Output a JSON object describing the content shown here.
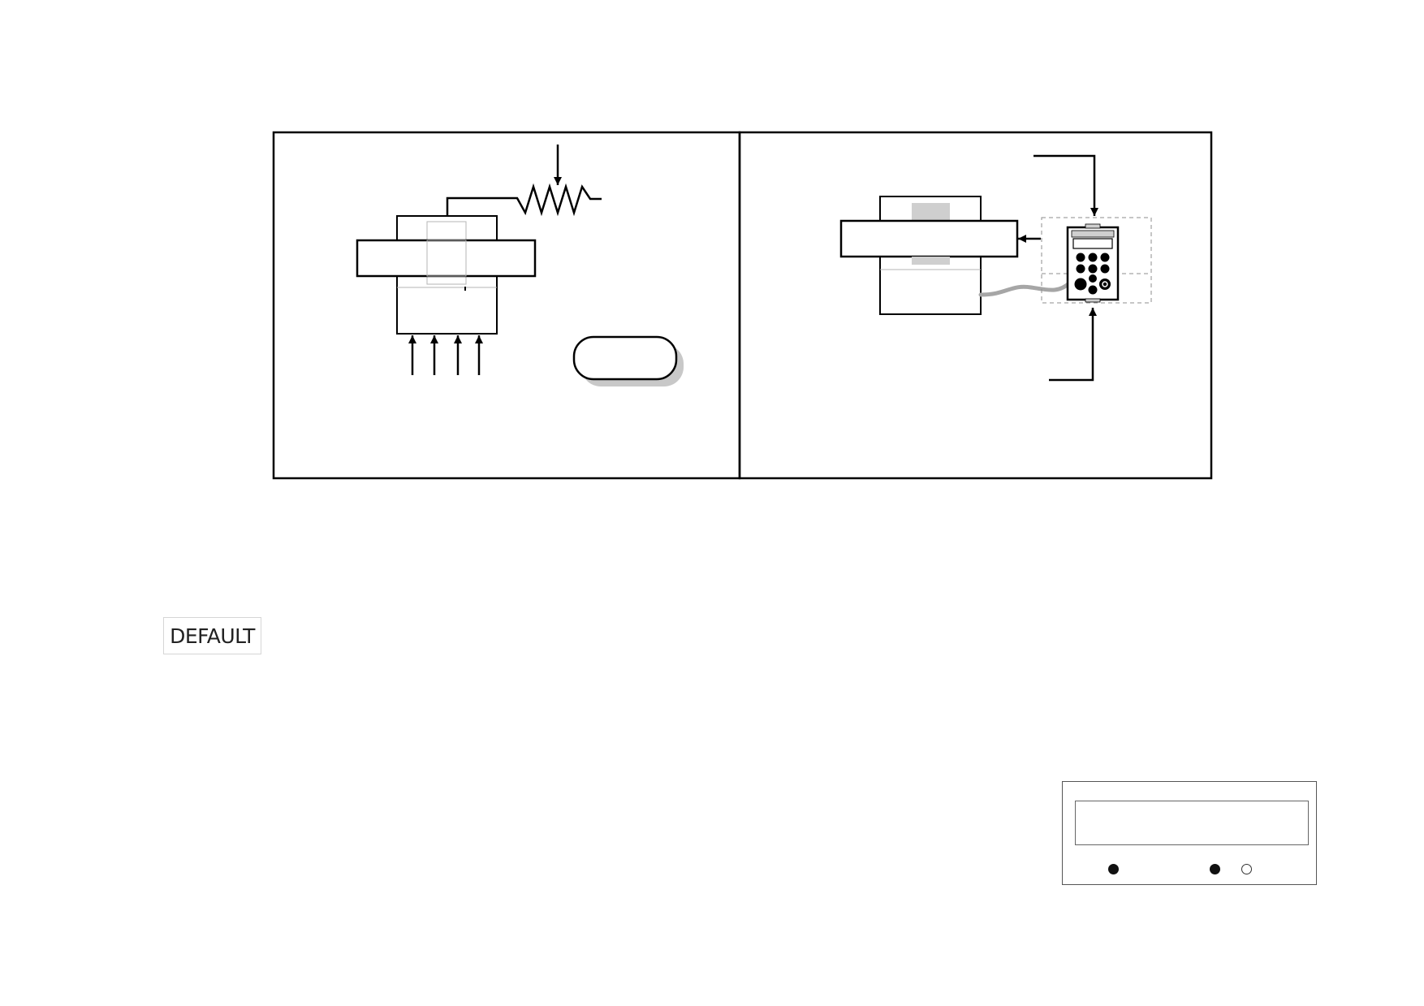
{
  "default_tag": {
    "label": "DEFAULT"
  },
  "colors": {
    "ink": "#000000",
    "panel_grey": "#cfcfcf",
    "shadow_grey": "#c8c8c8",
    "cable_grey": "#a6a6a6",
    "dashed_outline": "#8c8c8c"
  },
  "status_panel": {
    "leds": [
      {
        "name": "led-left",
        "state": "on"
      },
      {
        "name": "led-middle",
        "state": "on"
      },
      {
        "name": "led-right",
        "state": "off"
      }
    ]
  }
}
